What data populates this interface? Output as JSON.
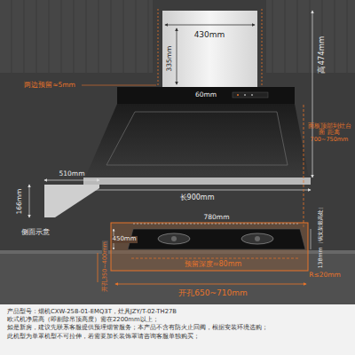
{
  "diagram": {
    "nodes": [
      {
        "text": [
          "产品型号：烟机CXW-258-01-EMQ3T，灶具JZY/T-02-TH27B",
          "欧式机净层高（即剔除吊顶高度）需在2200mm以上；",
          "如是新房，建议先联系客服提供预埋烟管服务；本产品不含有防火止回阀，根据安装环境选购；",
          "此机型为单罩机型不可拉伸，若需要加长装饰罩请咨询客服单独购买；"
        ]
      }
    ],
    "labels": [
      "430mm",
      "335mm",
      "高474mm",
      "两边预留≈5mm",
      "60mm",
      "面板顶部到灶台面 距离700~750mm",
      "长900mm",
      "510mm",
      "166mm",
      "侧面示意",
      "780mm",
      "450mm",
      "138mm（锅支架最高处）",
      "预留深度≈80mm",
      "R≤20mm",
      "开孔350~400mm",
      "开孔650~710mm"
    ]
  }
}
